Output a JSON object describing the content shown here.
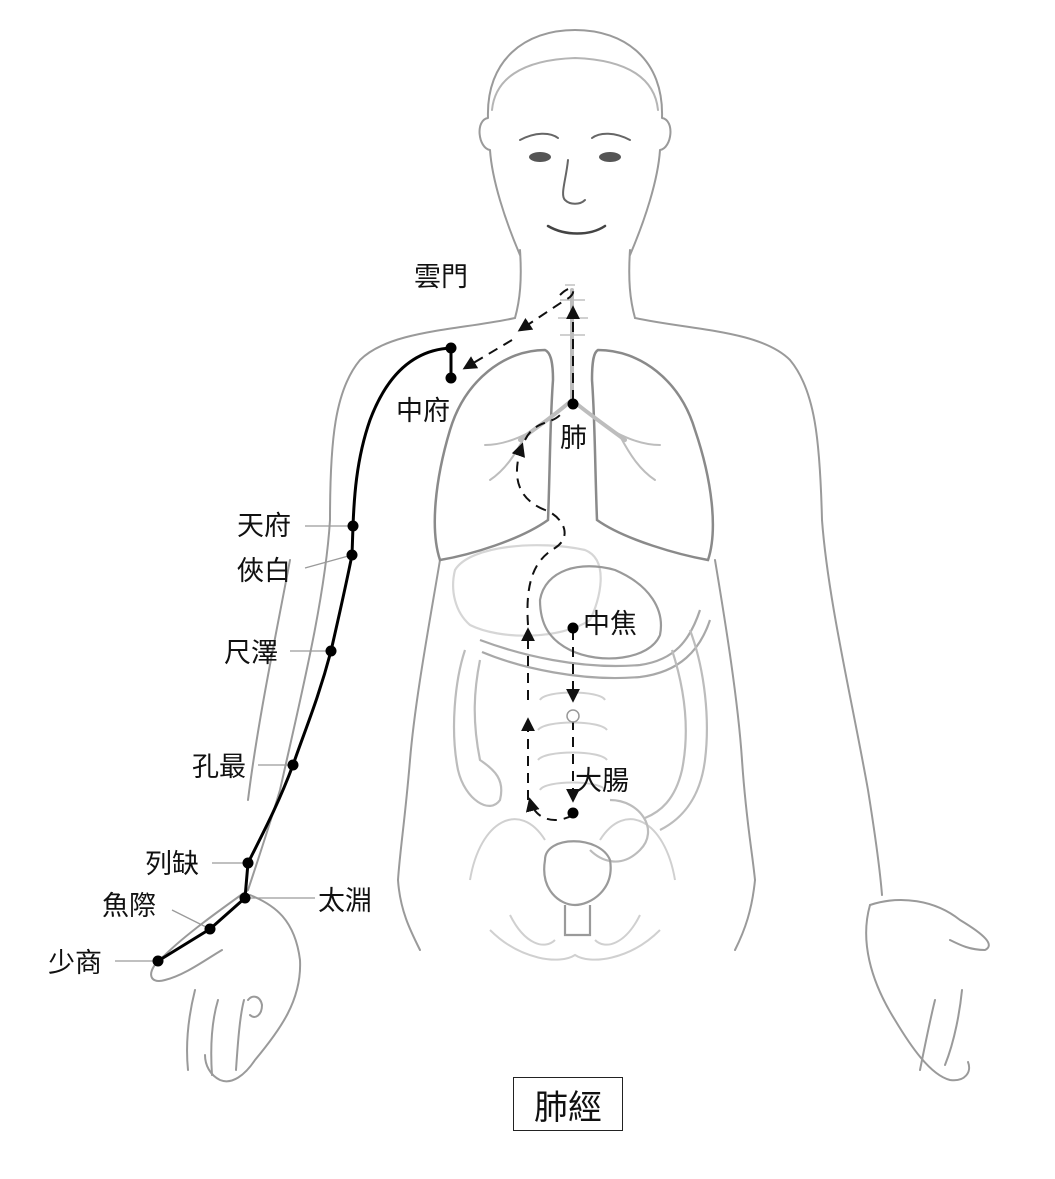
{
  "title": "肺經",
  "labels": {
    "yunmen": "雲門",
    "zhongfu": "中府",
    "fei": "肺",
    "tianfu": "天府",
    "xiabai": "俠白",
    "chize": "尺澤",
    "kongzui": "孔最",
    "lieque": "列缺",
    "taiyuan": "太淵",
    "yuji": "魚際",
    "shaoshang": "少商",
    "zhongjiao": "中焦",
    "dachang": "大腸"
  }
}
